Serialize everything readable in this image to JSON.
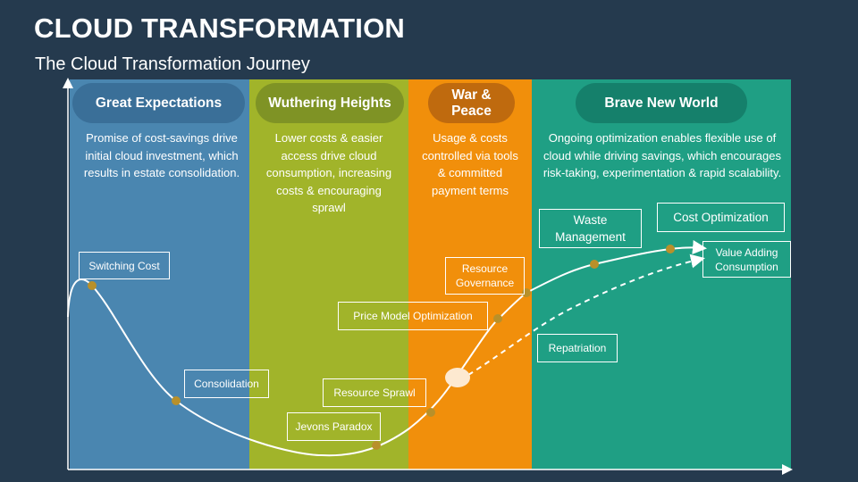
{
  "title": "CLOUD TRANSFORMATION",
  "subtitle": "The Cloud Transformation Journey",
  "phases": [
    {
      "name": "Great Expectations",
      "description": "Promise of cost-savings drive initial cloud investment, which results in estate consolidation.",
      "band_color": "#4a86b0",
      "pill_color": "#3a6f98"
    },
    {
      "name": "Wuthering Heights",
      "description": "Lower costs & easier access drive cloud consumption, increasing costs & encouraging sprawl",
      "band_color": "#a1b42a",
      "pill_color": "#7f9325"
    },
    {
      "name": "War & Peace",
      "description": "Usage & costs controlled via tools & committed payment terms",
      "band_color": "#f18f0b",
      "pill_color": "#bf6a0e"
    },
    {
      "name": "Brave New World",
      "description": "Ongoing optimization enables flexible use of cloud while driving savings, which encourages risk-taking, experimentation & rapid scalability.",
      "band_color": "#1f9f84",
      "pill_color": "#15806b"
    }
  ],
  "milestones": [
    {
      "label": "Switching Cost"
    },
    {
      "label": "Consolidation"
    },
    {
      "label": "Jevons Paradox"
    },
    {
      "label": "Resource Sprawl"
    },
    {
      "label": "Price Model Optimization"
    },
    {
      "label": "Resource Governance"
    },
    {
      "label": "Waste Management"
    },
    {
      "label": "Cost Optimization"
    },
    {
      "label": "Value Adding Consumption"
    },
    {
      "label": "Repatriation"
    }
  ],
  "colors": {
    "background": "#253a4e",
    "marker": "#b8902a",
    "curve": "#ffffff"
  }
}
